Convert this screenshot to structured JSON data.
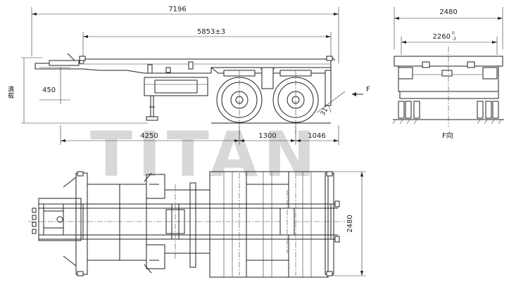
{
  "watermark": "TITAN",
  "side_view": {
    "overall_length": "7196",
    "kingpin_to_rear": "5853±3",
    "front_to_axle": "4250",
    "axle_spread": "1300",
    "rear_overhang": "1046",
    "kingpin_height": "450",
    "left_vertical_label": "满载",
    "view_marker": "F",
    "departure_angle": "31°"
  },
  "end_view": {
    "overall_width": "2480",
    "twistlock_span_base": "2260",
    "twistlock_span_sup": "0",
    "twistlock_span_sub": "-3",
    "view_caption": "F向"
  },
  "plan_view": {
    "overall_width": "2480"
  }
}
